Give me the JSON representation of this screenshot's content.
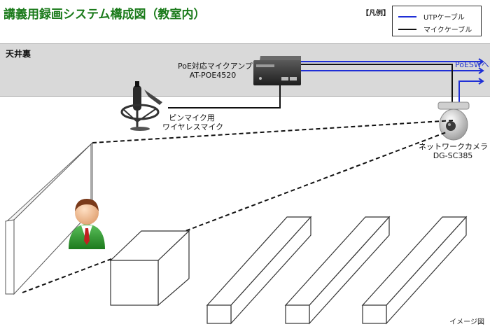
{
  "title": "講義用録画システム構成図（教室内）",
  "legend": {
    "label": "【凡例】",
    "items": [
      {
        "label": "UTPケーブル",
        "color": "#1f2fd6"
      },
      {
        "label": "マイクケーブル",
        "color": "#111111"
      }
    ]
  },
  "ceiling_label": "天井裏",
  "amp": {
    "line1": "PoE対応マイクアンプ",
    "line2": "AT-POE4520"
  },
  "mic": {
    "line1": "ピンマイク用",
    "line2": "ワイヤレスマイク"
  },
  "camera": {
    "line1": "ネットワークカメラ",
    "line2": "DG-SC385"
  },
  "poe_switch_label": "PoESWへ",
  "image_note": "イメージ図",
  "colors": {
    "utp": "#1f2fd6",
    "mic_cable": "#111111",
    "title": "#1a7a1a",
    "ceiling": "#d9d9d9"
  }
}
